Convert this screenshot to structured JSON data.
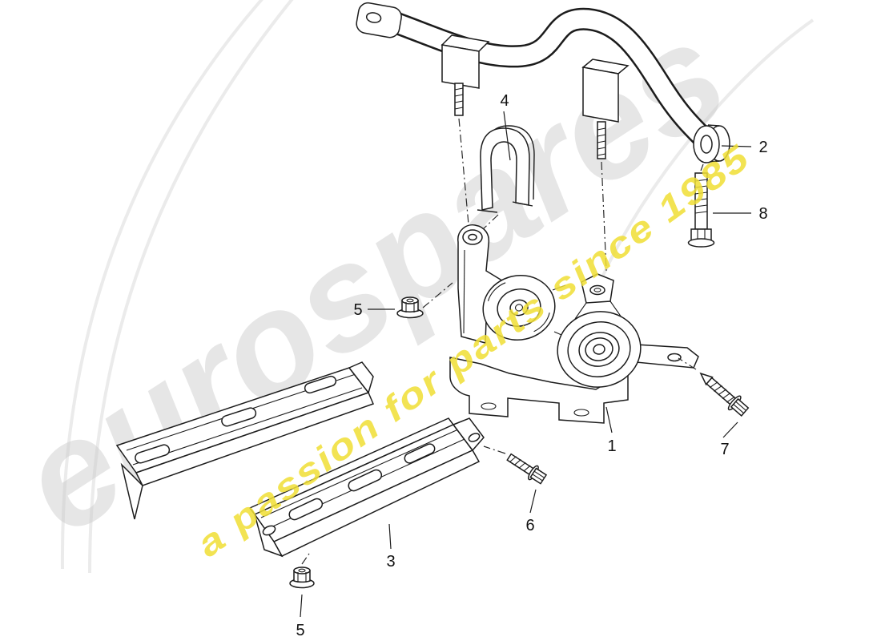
{
  "watermark": {
    "brand": "eurospares",
    "tagline": "a passion for parts since 1985",
    "brand_color": "#c9c9c9",
    "tagline_color": "#f0df35"
  },
  "diagram": {
    "line_color": "#1c1c1c",
    "callouts": [
      {
        "label": "2"
      },
      {
        "label": "8"
      },
      {
        "label": "4"
      },
      {
        "label": "5"
      },
      {
        "label": "1"
      },
      {
        "label": "7"
      },
      {
        "label": "6"
      },
      {
        "label": "3"
      },
      {
        "label": "5"
      }
    ]
  }
}
